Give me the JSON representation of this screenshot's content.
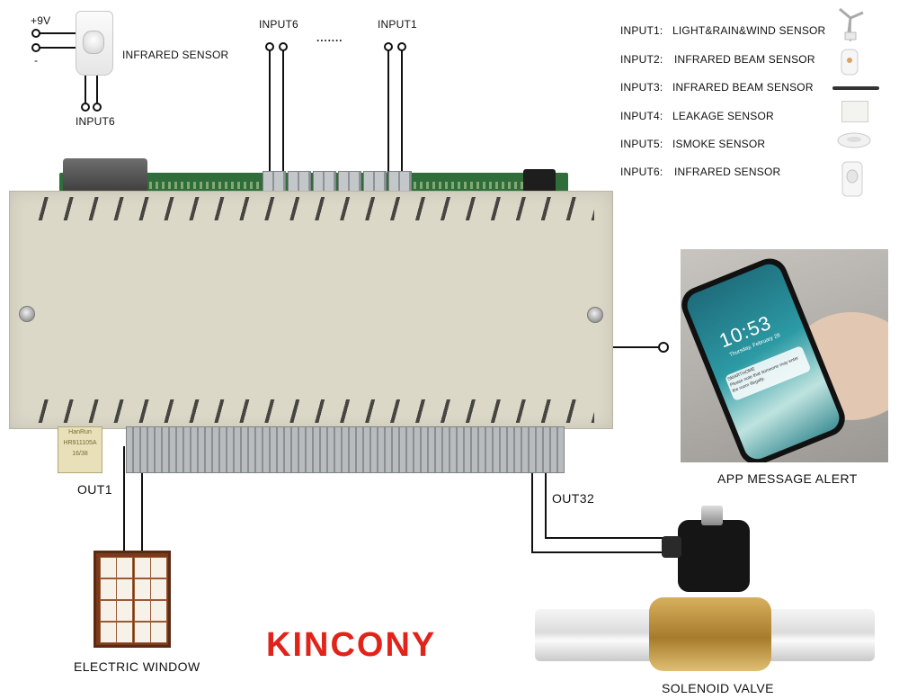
{
  "top_left": {
    "v9_label": "+9V",
    "minus_label": "-",
    "sensor_label": "INFRARED SENSOR",
    "input_label": "INPUT6"
  },
  "top_inputs": {
    "left_label": "INPUT6",
    "dots": "·······",
    "right_label": "INPUT1"
  },
  "inputs_legend": [
    {
      "input": "INPUT1:",
      "sensor": "LIGHT&RAIN&WIND SENSOR",
      "icon": "weather-station-icon"
    },
    {
      "input": "INPUT2:",
      "sensor": "INFRARED BEAM SENSOR",
      "icon": "beam-sensor-icon"
    },
    {
      "input": "INPUT3:",
      "sensor": "INFRARED BEAM SENSOR",
      "icon": "beam-bar-icon"
    },
    {
      "input": "INPUT4:",
      "sensor": "LEAKAGE SENSOR",
      "icon": "leakage-sensor-icon"
    },
    {
      "input": "INPUT5:",
      "sensor": "ISMOKE SENSOR",
      "icon": "smoke-detector-icon"
    },
    {
      "input": "INPUT6:",
      "sensor": "INFRARED SENSOR",
      "icon": "infrared-sensor-icon"
    }
  ],
  "controller": {
    "rj45_brand": "HanRun",
    "rj45_model": "HR911105A",
    "rj45_code": "16/38"
  },
  "outputs": {
    "out1_label": "OUT1",
    "out32_label": "OUT32",
    "window_label": "ELECTRIC WINDOW",
    "valve_label": "SOLENOID VALVE"
  },
  "app": {
    "label": "APP MESSAGE ALERT",
    "time": "10:53",
    "date": "Thursday, February 28",
    "app_name": "SMARTHOME",
    "message": "Please note that someone may enter the room illegally."
  },
  "brand": {
    "logo": "KINCONY",
    "color": "#e2231a"
  }
}
